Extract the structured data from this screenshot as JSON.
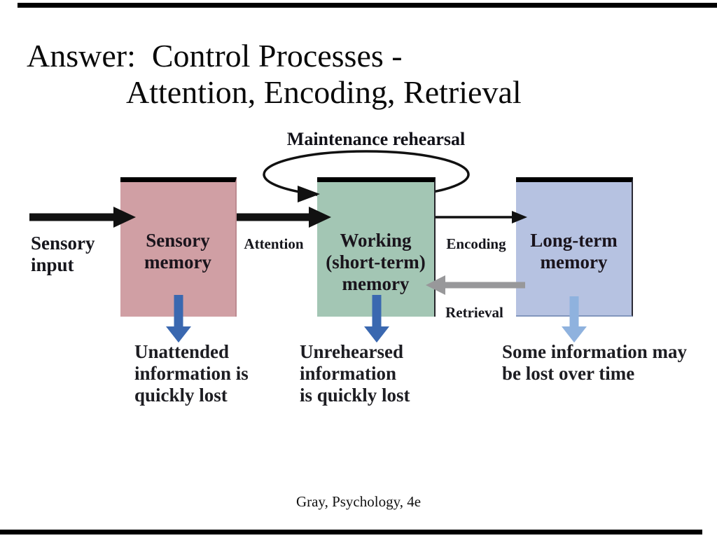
{
  "slide": {
    "title": {
      "line1": "Answer:  Control Processes -",
      "line2": "Attention, Encoding, Retrieval"
    },
    "footer": "Gray, Psychology, 4e",
    "frame_color": "#000000"
  },
  "diagram": {
    "rehearsal_label": "Maintenance rehearsal",
    "input_label": "Sensory\ninput",
    "boxes": [
      {
        "label": "Sensory\nmemory",
        "fill": "#d09fa4"
      },
      {
        "label": "Working\n(short-term)\nmemory",
        "fill": "#a3c6b4"
      },
      {
        "label": "Long-term\nmemory",
        "fill": "#b6c2e1"
      }
    ],
    "arrows": {
      "attention_label": "Attention",
      "encoding_label": "Encoding",
      "retrieval_label": "Retrieval",
      "black": "#111111",
      "gray": "#98989a",
      "blue": "#3a68b0",
      "light_blue": "#8fb2de"
    },
    "captions": [
      "Unattended\ninformation is\nquickly lost",
      "Unrehearsed\ninformation\nis quickly lost",
      "Some information may\nbe lost over time"
    ]
  }
}
